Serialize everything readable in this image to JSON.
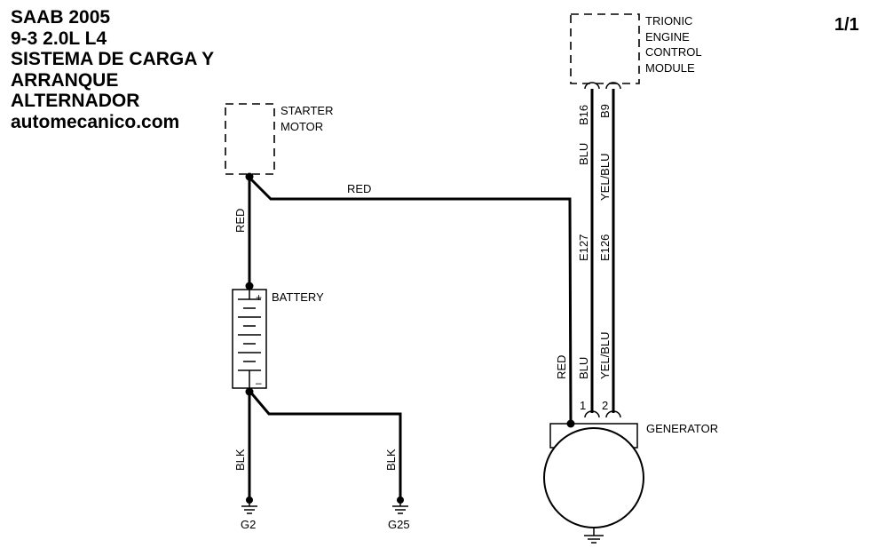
{
  "title": {
    "line1": "SAAB 2005",
    "line2": "9-3  2.0L L4",
    "line3": "SISTEMA DE CARGA Y",
    "line4": "ARRANQUE",
    "line5": "ALTERNADOR",
    "line6": "automecanico.com"
  },
  "page_number": "1/1",
  "components": {
    "ecm": {
      "line1": "TRIONIC",
      "line2": "ENGINE",
      "line3": "CONTROL",
      "line4": "MODULE"
    },
    "starter": {
      "line1": "STARTER",
      "line2": "MOTOR"
    },
    "battery": {
      "label": "BATTERY",
      "plus": "+",
      "minus": "–"
    },
    "generator": {
      "label": "GENERATOR",
      "pin1": "1",
      "pin2": "2"
    },
    "grounds": {
      "g2": "G2",
      "g25": "G25"
    }
  },
  "wires": {
    "starter_to_gen": "RED",
    "starter_to_batt": "RED",
    "gen_red": "RED",
    "ecm_b16_pin": "B16",
    "ecm_b9_pin": "B9",
    "blu_top": "BLU",
    "yelblu_top": "YEL/BLU",
    "e127": "E127",
    "e126": "E126",
    "blu_bottom": "BLU",
    "yelblu_bottom": "YEL/BLU",
    "batt_blk": "BLK",
    "g25_blk": "BLK"
  }
}
